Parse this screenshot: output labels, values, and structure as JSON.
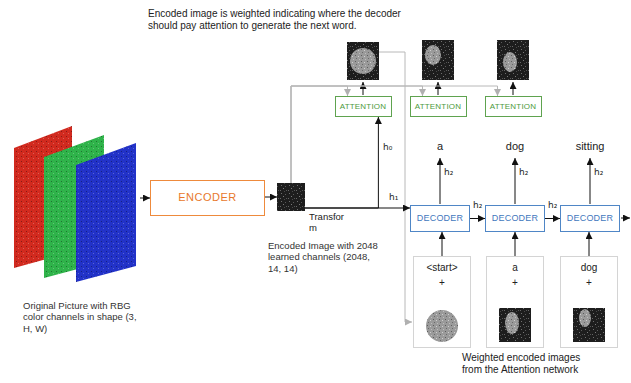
{
  "diagram": {
    "nodes": [
      {
        "text": [
          "Original Picture with RBG color channels in shape (3, H, W)"
        ]
      },
      {
        "text": [
          "ENCODER"
        ]
      },
      {
        "text": [
          "Encoded Image with 2048 learned channels (2048, 14, 14)"
        ]
      },
      {
        "text": [
          "ATTENTION"
        ]
      },
      {
        "text": [
          "ATTENTION"
        ]
      },
      {
        "text": [
          "ATTENTION"
        ]
      },
      {
        "text": [
          "DECODER"
        ]
      },
      {
        "text": [
          "DECODER"
        ]
      },
      {
        "text": [
          "DECODER"
        ]
      },
      {
        "text": [
          "<start>",
          "+"
        ]
      },
      {
        "text": [
          "a",
          "+"
        ]
      },
      {
        "text": [
          "dog",
          "+"
        ]
      }
    ],
    "edges": [
      {
        "from": 0,
        "to": 1,
        "arrow": "to"
      },
      {
        "from": 1,
        "to": 2,
        "arrow": "to"
      },
      {
        "from": 2,
        "to": 3,
        "arrow": "to",
        "label": "h₀"
      },
      {
        "from": 2,
        "to": 3,
        "arrow": "to"
      },
      {
        "from": 2,
        "to": 4,
        "arrow": "to"
      },
      {
        "from": 2,
        "to": 5,
        "arrow": "to"
      },
      {
        "from": 2,
        "to": 6,
        "arrow": "to",
        "label": "h₁"
      },
      {
        "from": 6,
        "to": 7,
        "arrow": "to",
        "label": "h₂"
      },
      {
        "from": 7,
        "to": 8,
        "arrow": "to",
        "label": "h₂"
      },
      {
        "from": 9,
        "to": 6,
        "arrow": "to"
      },
      {
        "from": 10,
        "to": 7,
        "arrow": "to"
      },
      {
        "from": 11,
        "to": 8,
        "arrow": "to"
      }
    ],
    "labels": [
      "Encoded image is weighted indicating where the decoder should pay attention to generate the next word.",
      "Transform",
      "a",
      "dog",
      "sitting",
      "h₂",
      "h₂",
      "h₂",
      "Weighted encoded images from the Attention network"
    ]
  }
}
